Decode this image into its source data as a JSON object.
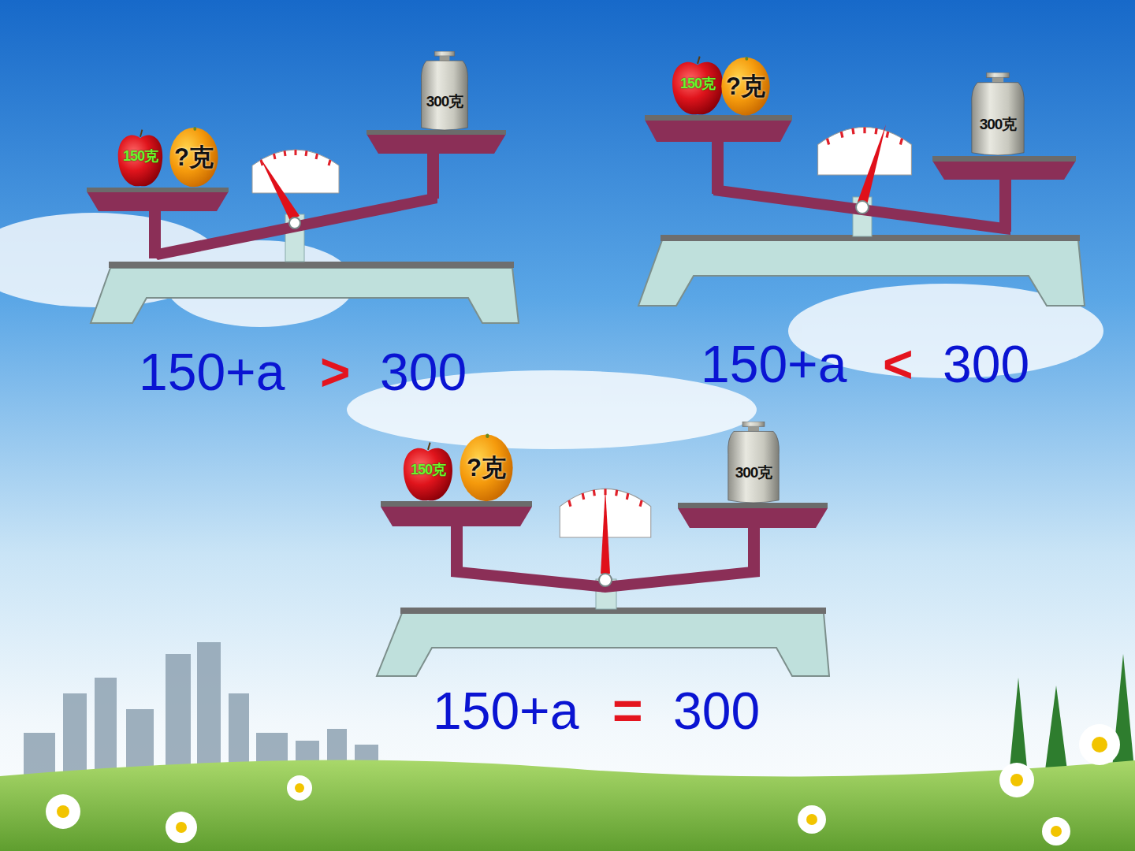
{
  "diagram": {
    "nodes": [
      {
        "text": [
          "150克"
        ]
      },
      {
        "text": [
          "?克"
        ]
      },
      {
        "text": [
          "300克"
        ]
      },
      {
        "text": [
          "150克"
        ]
      },
      {
        "text": [
          "?克"
        ]
      },
      {
        "text": [
          "300克"
        ]
      },
      {
        "text": [
          "150克"
        ]
      },
      {
        "text": [
          "?克"
        ]
      },
      {
        "text": [
          "300克"
        ]
      }
    ],
    "labels": [
      "150+a",
      ">",
      "300",
      "150+a",
      "<",
      "300",
      "150+a",
      "=",
      "300"
    ]
  }
}
